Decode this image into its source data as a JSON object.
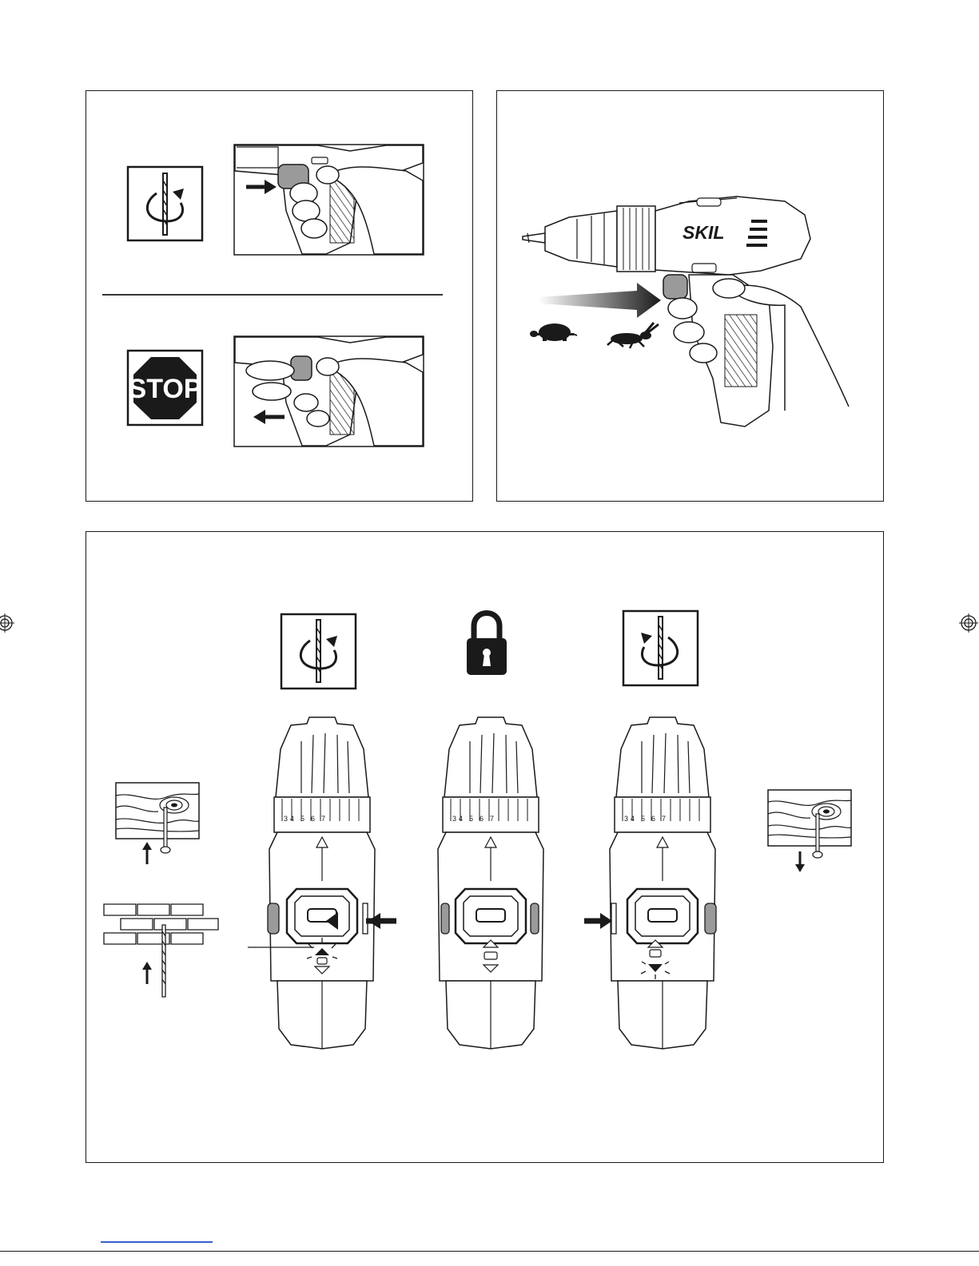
{
  "drill": {
    "brand": "SKIL",
    "stop_label": "STOP",
    "torque_scale": [
      "3",
      "4",
      "5",
      "6",
      "7"
    ]
  },
  "icons": {
    "forward": "clockwise-rotation-icon",
    "stop": "stop-sign-icon",
    "speed_low": "turtle-icon",
    "speed_high": "hare-icon",
    "locked": "padlock-icon",
    "reverse": "counterclockwise-rotation-icon",
    "screw_in": "screw-into-wood-icon",
    "drill_masonry": "drill-into-brick-icon",
    "screw_out": "screw-out-of-wood-icon"
  },
  "colors": {
    "ink": "#1a1a1a",
    "switch_grey": "#9a9a9a",
    "link": "#3a5fd0"
  }
}
